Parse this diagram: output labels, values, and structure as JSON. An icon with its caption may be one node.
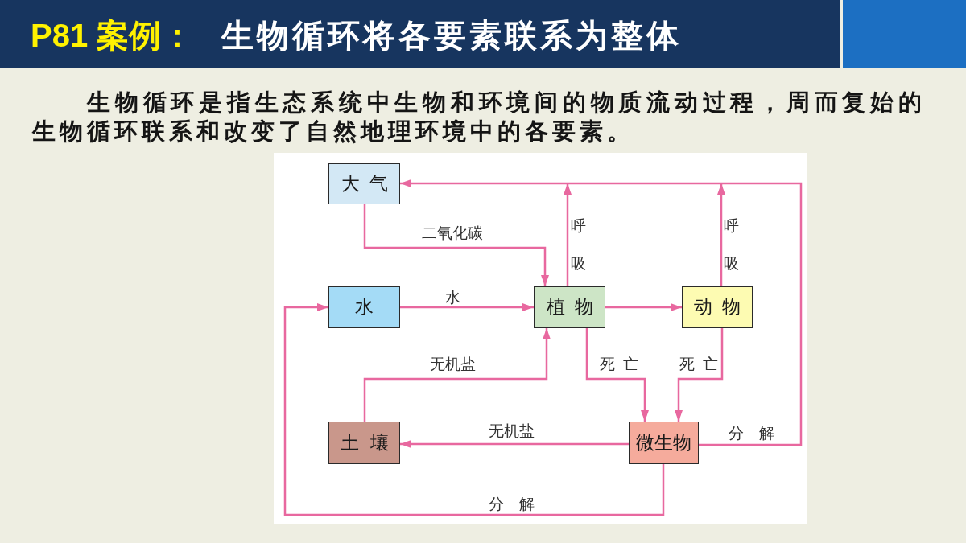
{
  "diagram": {
    "title": "生物循环将各要素联系为整体",
    "nodes": [
      {
        "text": [
          "大气"
        ]
      },
      {
        "text": [
          "水"
        ]
      },
      {
        "text": [
          "植物"
        ]
      },
      {
        "text": [
          "动物"
        ]
      },
      {
        "text": [
          "土壤"
        ]
      },
      {
        "text": [
          "微生物"
        ]
      }
    ],
    "edges": [
      {
        "from": 0,
        "to": 2,
        "arrow": "to",
        "label": "二氧化碳"
      },
      {
        "from": 1,
        "to": 2,
        "arrow": "to",
        "label": "水"
      },
      {
        "from": 2,
        "to": 3,
        "arrow": "to"
      },
      {
        "from": 2,
        "to": 0,
        "arrow": "to",
        "label": "呼吸"
      },
      {
        "from": 3,
        "to": 0,
        "arrow": "to",
        "label": "呼吸"
      },
      {
        "from": 4,
        "to": 2,
        "arrow": "to",
        "label": "无机盐"
      },
      {
        "from": 2,
        "to": 5,
        "arrow": "to",
        "label": "死亡"
      },
      {
        "from": 3,
        "to": 5,
        "arrow": "to",
        "label": "死亡"
      },
      {
        "from": 5,
        "to": 4,
        "arrow": "to",
        "label": "无机盐"
      },
      {
        "from": 5,
        "to": 0,
        "arrow": "to",
        "label": "分解"
      },
      {
        "from": 5,
        "to": 1,
        "arrow": "to",
        "label": "分解"
      }
    ],
    "labels": [
      "P81 案例：",
      "生物循环是指生态系统中生物和环境间的物质流动过程，周而复始的生物循环联系和改变了自然地理环境中的各要素。"
    ]
  }
}
